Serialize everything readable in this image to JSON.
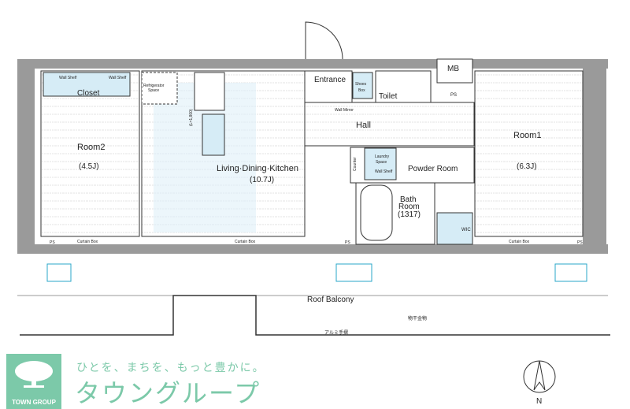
{
  "rooms": {
    "room2": {
      "name": "Room2",
      "size": "(4.5J)"
    },
    "ldk": {
      "name": "Living·Dining·Kitchen",
      "size": "(10.7J)"
    },
    "room1": {
      "name": "Room1",
      "size": "(6.3J)"
    },
    "entrance": "Entrance",
    "shoes_box": [
      "Shoes",
      "Box"
    ],
    "toilet": "Toilet",
    "mb": "MB",
    "ps": "PS",
    "hall": "Hall",
    "wall_mirror": "Wall Mirror",
    "counter": "Counter",
    "laundry": [
      "Laundry",
      "Space"
    ],
    "wall_shelf": "Wall Shelf",
    "powder_room": "Powder Room",
    "bath": {
      "name1": "Bath",
      "name2": "Room",
      "size": "(1317)"
    },
    "wic": "WIC",
    "closet": "Closet",
    "refrigerator": [
      "Refrigerator",
      "Space"
    ],
    "kitchen_length": "(L=1,800)",
    "curtain_box": "Curtain Box",
    "roof_balcony": "Roof Balcony",
    "drying_hardware": "物干金物",
    "aluminum_rail": "アルミ手摺"
  },
  "compass": "N",
  "logo": {
    "english": "TOWN GROUP",
    "tagline": "ひとを、まちを、もっと豊かに。",
    "brand": "タウングループ"
  },
  "colors": {
    "wall": "#9a9a9a",
    "fixture": "#d6ecf6",
    "accent": "#2aa7c9",
    "brand": "#7cc9a9"
  }
}
